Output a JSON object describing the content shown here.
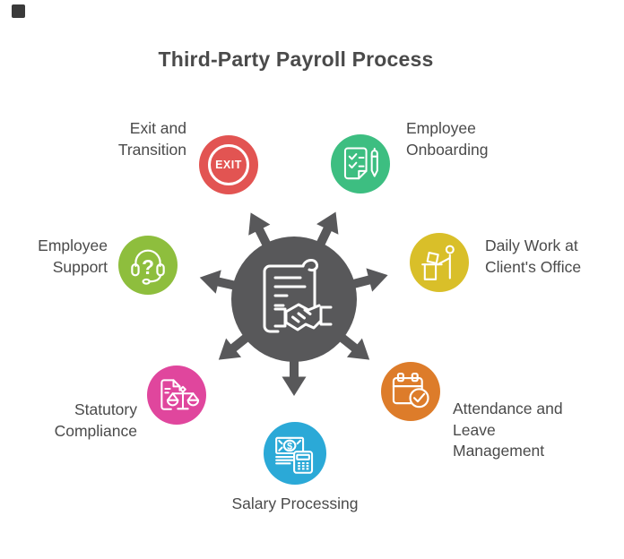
{
  "title": {
    "text": "Third-Party Payroll Process",
    "color": "#4a4a4a"
  },
  "corner_mark": {
    "color": "#3a3a3a"
  },
  "hub": {
    "icon": "contract-handshake-icon",
    "color": "#58585a",
    "arrow_count": 7
  },
  "nodes": [
    {
      "id": "exit-and-transition",
      "label": "Exit and\nTransition",
      "icon": "exit-sign-icon",
      "icon_text": "EXIT",
      "color": "#e25452"
    },
    {
      "id": "employee-onboarding",
      "label": "Employee\nOnboarding",
      "icon": "checklist-pen-icon",
      "color": "#3dbe81"
    },
    {
      "id": "employee-support",
      "label": "Employee\nSupport",
      "icon": "headset-question-icon",
      "icon_text": "?",
      "color": "#8ebe3d"
    },
    {
      "id": "daily-work-at-clients-office",
      "label": "Daily Work at\nClient's Office",
      "icon": "person-at-desk-icon",
      "color": "#d9bf29"
    },
    {
      "id": "statutory-compliance",
      "label": "Statutory\nCompliance",
      "icon": "document-scales-icon",
      "color": "#e0469d"
    },
    {
      "id": "attendance-and-leave-management",
      "label": "Attendance and\nLeave\nManagement",
      "icon": "calendar-check-icon",
      "color": "#dd7c2a"
    },
    {
      "id": "salary-processing",
      "label": "Salary Processing",
      "icon": "money-calculator-icon",
      "icon_text": "$",
      "color": "#2ba9d7"
    }
  ]
}
